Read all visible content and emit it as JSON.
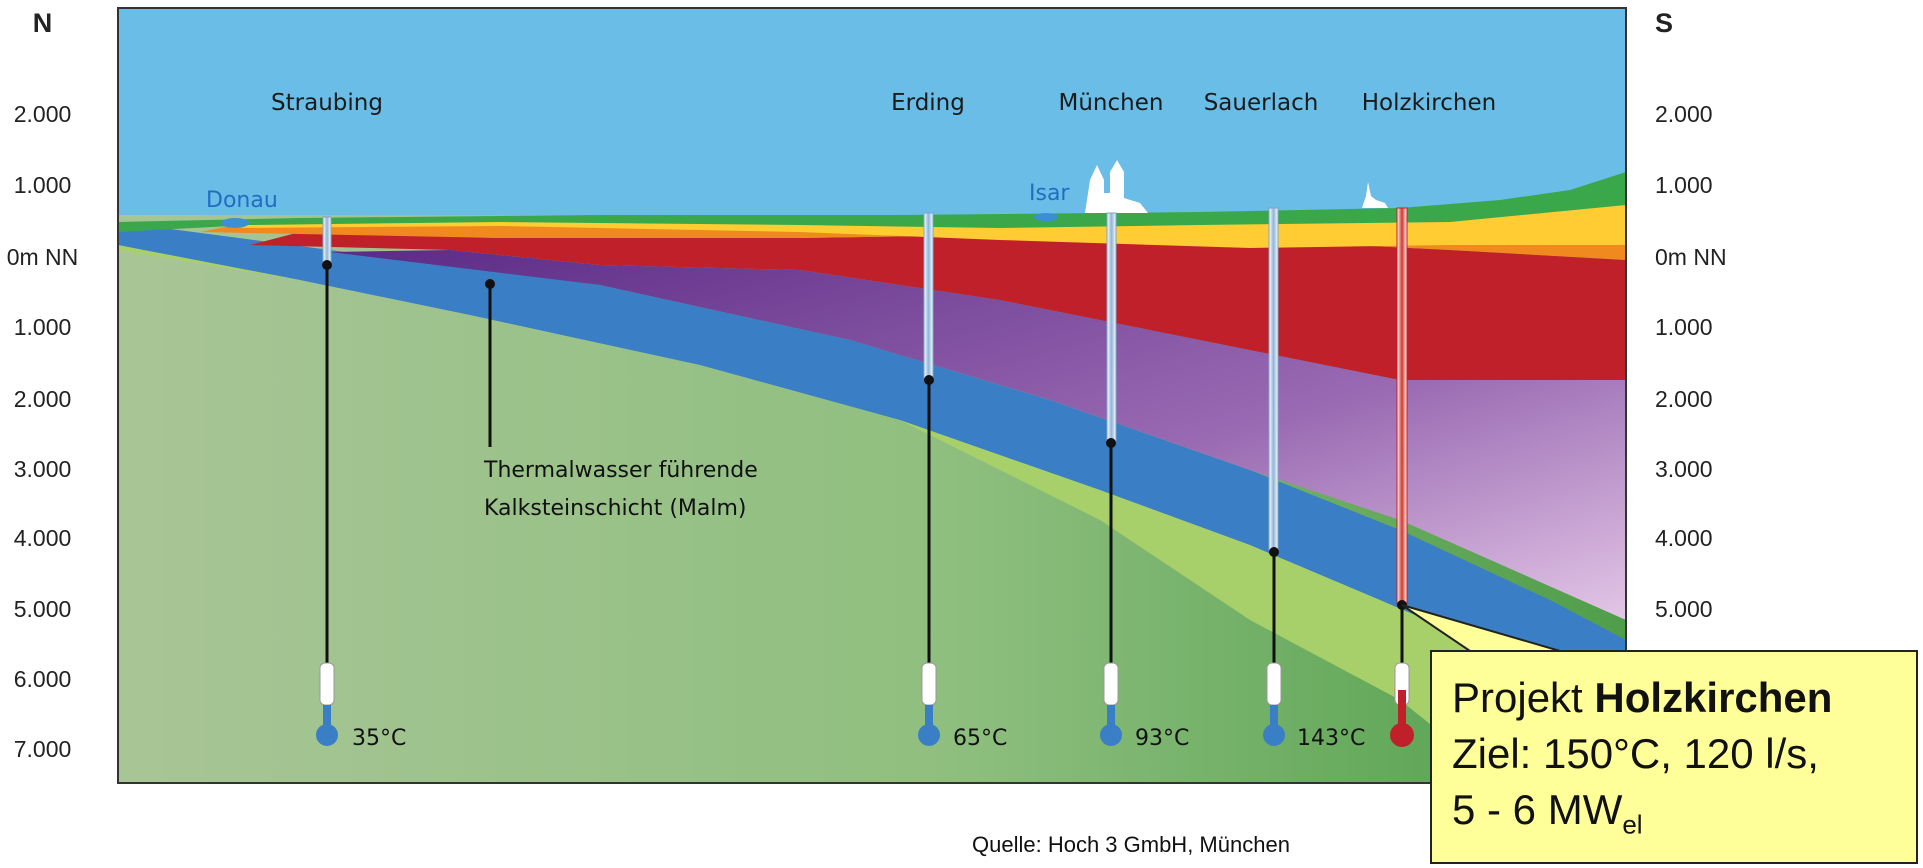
{
  "direction": {
    "left": "N",
    "right": "S"
  },
  "depth_labels": [
    "2.000",
    "1.000",
    "0m NN",
    "1.000",
    "2.000",
    "3.000",
    "4.000",
    "5.000",
    "6.000",
    "7.000"
  ],
  "towns": {
    "straubing": "Straubing",
    "erding": "Erding",
    "muenchen": "München",
    "sauerlach": "Sauerlach",
    "holzkirchen": "Holzkirchen"
  },
  "rivers": {
    "donau": "Donau",
    "isar": "Isar"
  },
  "layer_annotation": {
    "line1": "Thermalwasser führende",
    "line2": "Kalksteinschicht (Malm)"
  },
  "temperatures": {
    "straubing": "35°C",
    "erding": "65°C",
    "muenchen": "93°C",
    "sauerlach": "143°C"
  },
  "source": "Quelle: Hoch 3 GmbH, München",
  "callout": {
    "prefix": "Projekt ",
    "project_name": "Holzkirchen",
    "line2": "Ziel: 150°C, 120 l/s,",
    "line3_main": "5 - 6 MW",
    "line3_sub": "el"
  },
  "colors": {
    "sky": "#69bde6",
    "surface_green": "#3aa84a",
    "malm_blue": "#3a7fc6",
    "bedrock_green": "#8fbf7f",
    "purple": "#7a4a9e",
    "red": "#c0202a",
    "orange": "#f39c1f",
    "yellow": "#ffcc33",
    "callout_bg": "#ffff99"
  }
}
